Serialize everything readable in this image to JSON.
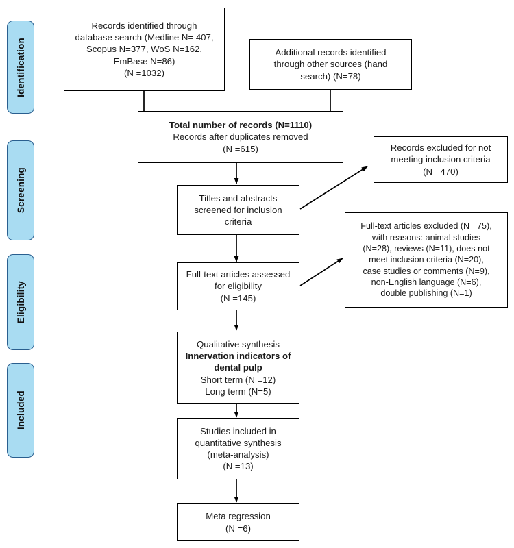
{
  "diagram": {
    "type": "prisma-flow-diagram",
    "stages": [
      {
        "id": "identification",
        "label": "Identification"
      },
      {
        "id": "screening",
        "label": "Screening"
      },
      {
        "id": "eligibility",
        "label": "Eligibility"
      },
      {
        "id": "included",
        "label": "Included"
      }
    ],
    "boxes": {
      "records_identified": {
        "lines": [
          "Records identified through",
          "database search (Medline N= 407,",
          "Scopus N=377, WoS N=162,",
          "EmBase N=86)",
          "(N =1032)"
        ]
      },
      "additional_records": {
        "lines": [
          "Additional records identified",
          "through other sources (hand",
          "search) (N=78)"
        ]
      },
      "total_records": {
        "lines": [
          "Total number of records (N=1110)",
          "Records after duplicates removed",
          "(N =615)"
        ]
      },
      "records_excluded": {
        "lines": [
          "Records excluded for not",
          "meeting inclusion criteria",
          "(N =470)"
        ]
      },
      "titles_screened": {
        "lines": [
          "Titles and abstracts",
          "screened for inclusion",
          "criteria"
        ]
      },
      "fulltext_excluded": {
        "lines": [
          "Full-text articles excluded (N =75),",
          "with reasons: animal studies",
          "(N=28), reviews (N=11), does not",
          "meet inclusion criteria (N=20),",
          "case studies or comments (N=9),",
          "non-English language (N=6),",
          "double publishing (N=1)"
        ]
      },
      "fulltext_assessed": {
        "lines": [
          "Full-text articles assessed",
          "for eligibility",
          "(N =145)"
        ]
      },
      "qualitative_synthesis": {
        "lines": [
          "Qualitative synthesis",
          "Innervation indicators of",
          "dental pulp",
          "Short term (N =12)",
          "Long term (N=5)"
        ]
      },
      "quantitative_synthesis": {
        "lines": [
          "Studies included in",
          "quantitative synthesis",
          "(meta-analysis)",
          "(N =13)"
        ]
      },
      "meta_regression": {
        "lines": [
          "Meta regression",
          "(N =6)"
        ]
      }
    },
    "colors": {
      "pill_fill": "#A9DCF2",
      "pill_border": "#2A5F8F",
      "box_border": "#000000",
      "connector": "#000000",
      "text": "#1a1a1a",
      "background": "#ffffff"
    }
  }
}
